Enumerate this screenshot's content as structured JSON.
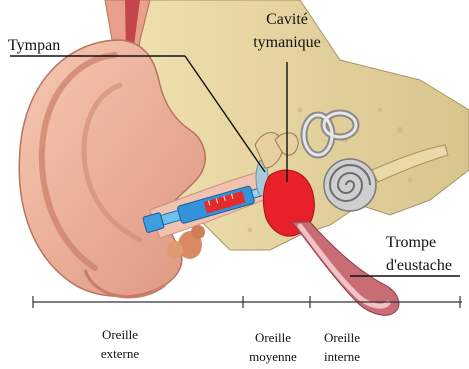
{
  "labels": {
    "tympan": "Tympan",
    "cavite_line1": "Cavité",
    "cavite_line2": "tymanique",
    "trompe_line1": "Trompe",
    "trompe_line2": "d'eustache",
    "oreille_externe_line1": "Oreille",
    "oreille_externe_line2": "externe",
    "oreille_moyenne_line1": "Oreille",
    "oreille_moyenne_line2": "moyenne",
    "oreille_interne_line1": "Oreille",
    "oreille_interne_line2": "interne"
  },
  "colors": {
    "skin": "#efb49b",
    "skin_shadow": "#d98e77",
    "bone": "#e8d7a6",
    "canal": "#f4c5b8",
    "cavity": "#e6202a",
    "tube": "#c86d76",
    "syringe": "#2f8ed8",
    "cochlea": "#d7d7d7"
  }
}
